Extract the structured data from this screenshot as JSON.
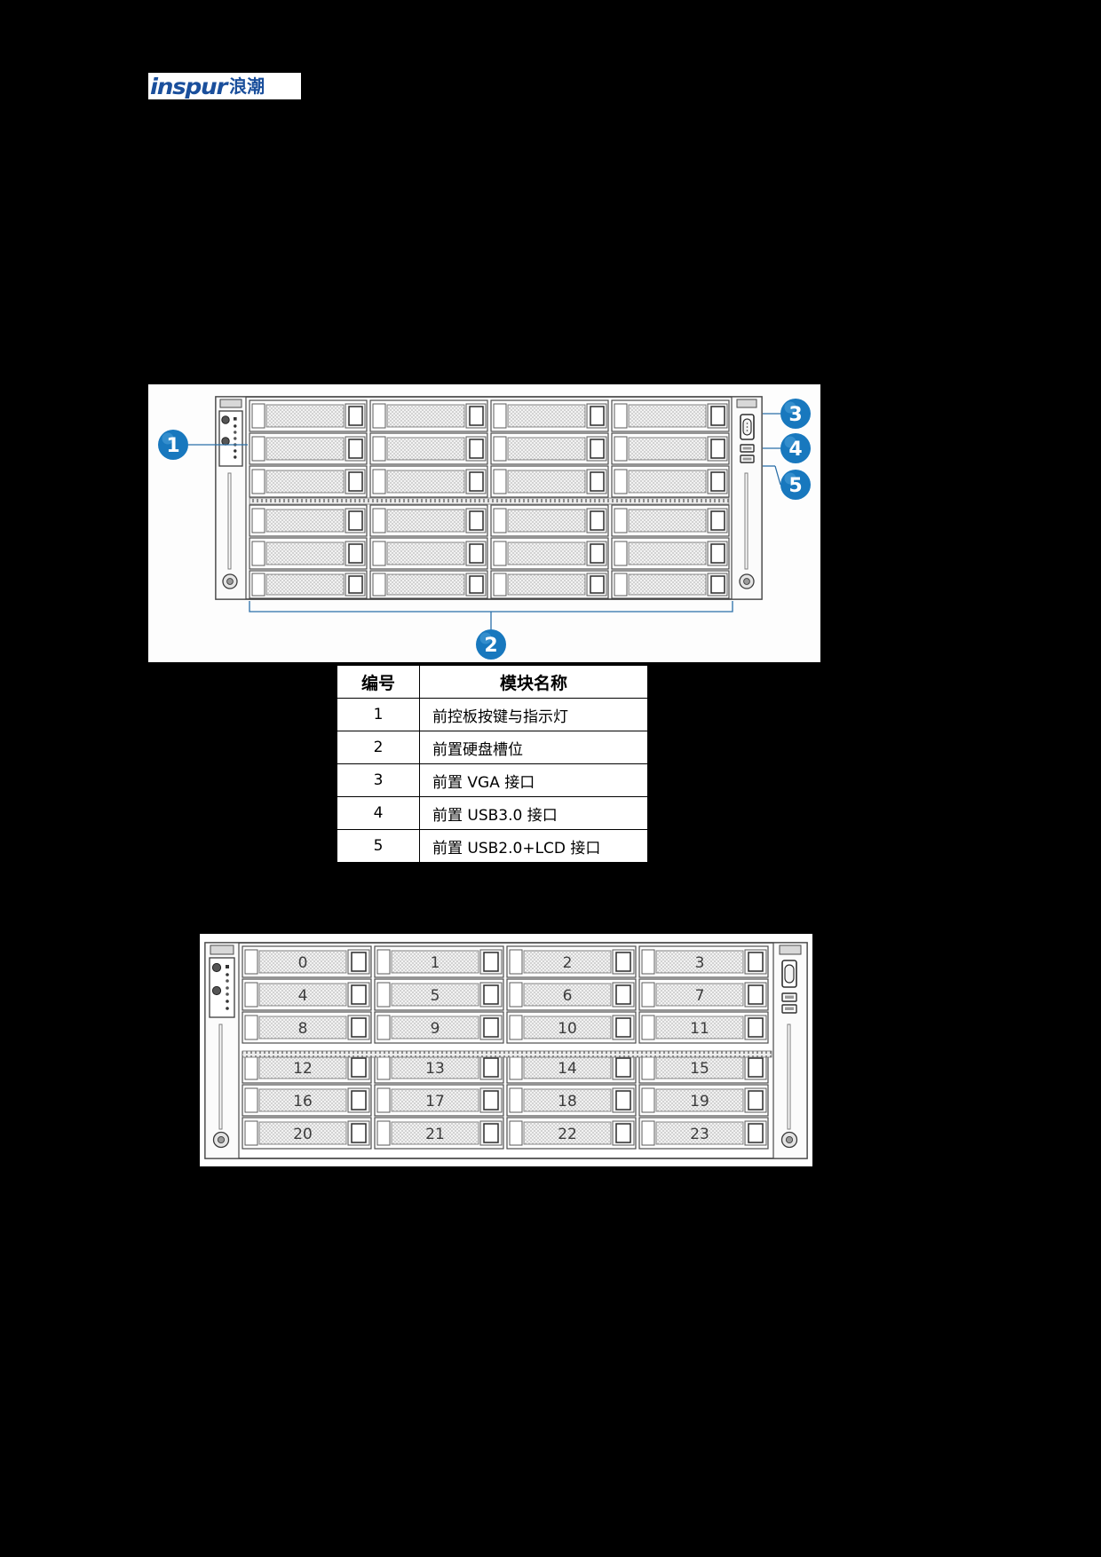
{
  "brand": {
    "logo_word": "inspur",
    "logo_cn": "浪潮",
    "logo_color": "#1a4f9c"
  },
  "figure_front_callouts": {
    "name": "server-front-view-callouts",
    "callouts": [
      {
        "id": "1",
        "position": "left"
      },
      {
        "id": "2",
        "position": "bottom"
      },
      {
        "id": "3",
        "position": "right-top"
      },
      {
        "id": "4",
        "position": "right-middle"
      },
      {
        "id": "5",
        "position": "right-bottom"
      }
    ],
    "callout_color": "#1878be",
    "drive_rows": 6,
    "drive_cols": 4
  },
  "table": {
    "headers": [
      "编号",
      "模块名称"
    ],
    "rows": [
      {
        "num": "1",
        "name": "前控板按键与指示灯"
      },
      {
        "num": "2",
        "name": "前置硬盘槽位"
      },
      {
        "num": "3",
        "name": "前置 VGA 接口"
      },
      {
        "num": "4",
        "name": "前置 USB3.0 接口"
      },
      {
        "num": "5",
        "name": "前置 USB2.0+LCD 接口"
      }
    ]
  },
  "figure_bay_numbering": {
    "name": "server-front-view-bay-numbers",
    "rows": [
      [
        "0",
        "1",
        "2",
        "3"
      ],
      [
        "4",
        "5",
        "6",
        "7"
      ],
      [
        "8",
        "9",
        "10",
        "11"
      ],
      [
        "12",
        "13",
        "14",
        "15"
      ],
      [
        "16",
        "17",
        "18",
        "19"
      ],
      [
        "20",
        "21",
        "22",
        "23"
      ]
    ]
  }
}
